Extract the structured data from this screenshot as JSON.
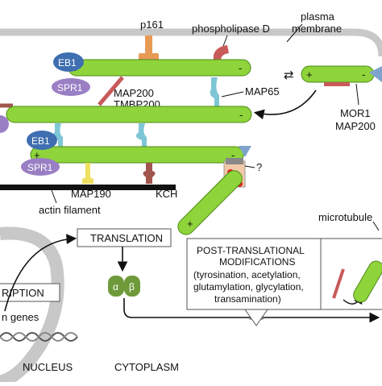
{
  "labels": {
    "p161": "p161",
    "phospholipase_d": "phospholipase D",
    "plasma_membrane_line1": "plasma",
    "plasma_membrane_line2": "membrane",
    "eb1_top": "EB1",
    "spr1_top": "SPR1",
    "map200": "MAP200",
    "tmbp200": "TMBP200",
    "map65": "MAP65",
    "mor1": "MOR1",
    "map200_right": "MAP200",
    "eb1_mid": "EB1",
    "spr1_mid": "SPR1",
    "map190": "MAP190",
    "kch": "KCH",
    "question": "?",
    "actin_filament": "actin filament",
    "microtubule": "microtubule",
    "translation": "TRANSLATION",
    "transcription": "RIPTION",
    "tubulin_genes": "n genes",
    "alpha": "α",
    "beta": "β",
    "ptm_title_line1": "POST-TRANSLATIONAL",
    "ptm_title_line2": "MODIFICATIONS",
    "ptm_line1": "(tyrosination, acetylation,",
    "ptm_line2": "glutamylation, glycylation,",
    "ptm_line3": "transamination)",
    "nucleus": "NUCLEUS",
    "cytoplasm": "CYTOPLASM",
    "plus": "+",
    "minus": "-",
    "arrows": "⇄"
  },
  "colors": {
    "microtubule": "#8ed43a",
    "microtubule_stroke": "#4f8a1c",
    "eb1": "#3f6fb0",
    "spr1": "#9a7fc4",
    "membrane": "#c8c8c8",
    "p161": "#e89a55",
    "phospholipase": "#c95a5a",
    "map65": "#7ec6d6",
    "map190": "#efe060",
    "kch": "#a0554d",
    "tubulin_dimer": "#6e9a3a",
    "red_dots": "#e02020"
  }
}
